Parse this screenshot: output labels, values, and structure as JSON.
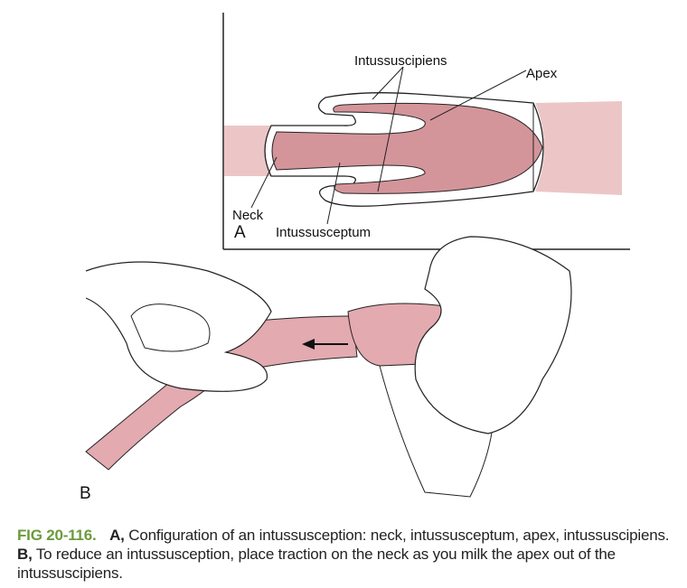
{
  "panel_a": {
    "panel_letter": "A",
    "labels": {
      "intussuscipiens": "Intussuscipiens",
      "apex": "Apex",
      "neck": "Neck",
      "intussusceptum": "Intussusceptum"
    }
  },
  "panel_b": {
    "panel_letter": "B"
  },
  "caption": {
    "figure_number": "FIG 20-116.",
    "part_a_letter": "A,",
    "part_a_text": "Configuration of an intussusception: neck, intussusceptum, apex, intussuscipiens.",
    "part_b_letter": "B,",
    "part_b_text": "To reduce an intussusception, place traction on the neck as you milk the apex out of the intussuscipiens."
  },
  "colors": {
    "outer_bowel": "#ecc6c6",
    "intussusceptum": "#d4959a",
    "figure_label": "#6c9a3c"
  }
}
